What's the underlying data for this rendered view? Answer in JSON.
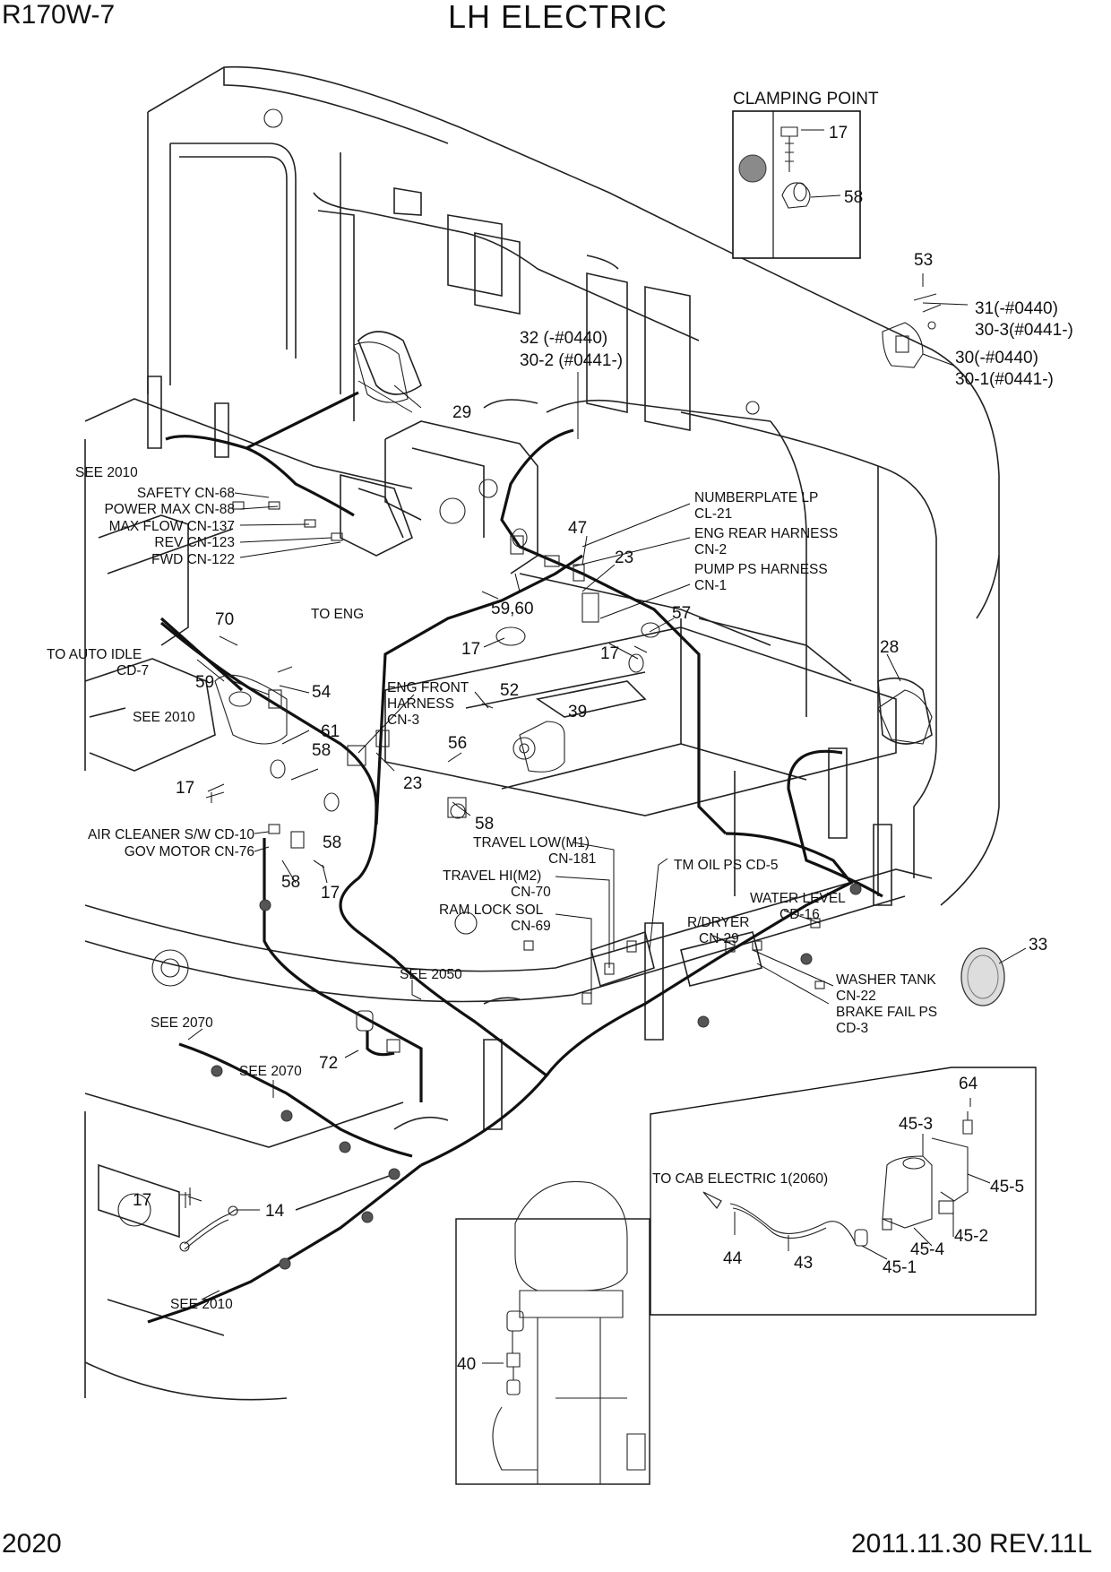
{
  "header": {
    "model": "R170W-7",
    "title": "LH ELECTRIC",
    "page_number": "2020",
    "revision": "2011.11.30  REV.11L"
  },
  "inset_clamping": {
    "title": "CLAMPING POINT",
    "parts": [
      "17",
      "58"
    ]
  },
  "callouts": [
    {
      "id": "c-53",
      "text": "53"
    },
    {
      "id": "c-31",
      "text": "31(-#0440)"
    },
    {
      "id": "c-30-3",
      "text": "30-3(#0441-)"
    },
    {
      "id": "c-30",
      "text": "30(-#0440)"
    },
    {
      "id": "c-30-1",
      "text": "30-1(#0441-)"
    },
    {
      "id": "c-32",
      "text": "32 (-#0440)"
    },
    {
      "id": "c-30-2",
      "text": "30-2 (#0441-)"
    },
    {
      "id": "c-29",
      "text": "29"
    },
    {
      "id": "c-see2010-a",
      "text": "SEE 2010"
    },
    {
      "id": "c-safety",
      "text": "SAFETY CN-68"
    },
    {
      "id": "c-powermax",
      "text": "POWER MAX CN-88"
    },
    {
      "id": "c-maxflow",
      "text": "MAX FLOW CN-137"
    },
    {
      "id": "c-rev",
      "text": "REV CN-123"
    },
    {
      "id": "c-fwd",
      "text": "FWD CN-122"
    },
    {
      "id": "c-numberplate-1",
      "text": "NUMBERPLATE LP"
    },
    {
      "id": "c-numberplate-2",
      "text": "CL-21"
    },
    {
      "id": "c-engrear-1",
      "text": "ENG REAR HARNESS"
    },
    {
      "id": "c-engrear-2",
      "text": "CN-2"
    },
    {
      "id": "c-pumpps-1",
      "text": "PUMP PS HARNESS"
    },
    {
      "id": "c-pumpps-2",
      "text": "CN-1"
    },
    {
      "id": "c-47",
      "text": "47"
    },
    {
      "id": "c-23-a",
      "text": "23"
    },
    {
      "id": "c-59-60",
      "text": "59,60"
    },
    {
      "id": "c-57",
      "text": "57"
    },
    {
      "id": "c-17-a",
      "text": "17"
    },
    {
      "id": "c-17-b",
      "text": "17"
    },
    {
      "id": "c-28",
      "text": "28"
    },
    {
      "id": "c-70",
      "text": "70"
    },
    {
      "id": "c-toeng",
      "text": "TO ENG"
    },
    {
      "id": "c-toautoidle",
      "text": "TO AUTO IDLE"
    },
    {
      "id": "c-cd7",
      "text": "CD-7"
    },
    {
      "id": "c-59",
      "text": "59"
    },
    {
      "id": "c-54",
      "text": "54"
    },
    {
      "id": "c-see2010-b",
      "text": "SEE 2010"
    },
    {
      "id": "c-61",
      "text": "61"
    },
    {
      "id": "c-58-a",
      "text": "58"
    },
    {
      "id": "c-engfront-1",
      "text": "ENG FRONT"
    },
    {
      "id": "c-engfront-2",
      "text": "HARNESS"
    },
    {
      "id": "c-engfront-3",
      "text": "CN-3"
    },
    {
      "id": "c-52",
      "text": "52"
    },
    {
      "id": "c-39",
      "text": "39"
    },
    {
      "id": "c-56",
      "text": "56"
    },
    {
      "id": "c-23-b",
      "text": "23"
    },
    {
      "id": "c-58-b",
      "text": "58"
    },
    {
      "id": "c-17-c",
      "text": "17"
    },
    {
      "id": "c-aircleaner",
      "text": "AIR CLEANER S/W CD-10"
    },
    {
      "id": "c-govmotor",
      "text": "GOV MOTOR CN-76"
    },
    {
      "id": "c-58-c",
      "text": "58"
    },
    {
      "id": "c-58-d",
      "text": "58"
    },
    {
      "id": "c-17-d",
      "text": "17"
    },
    {
      "id": "c-travellow-1",
      "text": "TRAVEL LOW(M1)"
    },
    {
      "id": "c-travellow-2",
      "text": "CN-181"
    },
    {
      "id": "c-travelhi-1",
      "text": "TRAVEL HI(M2)"
    },
    {
      "id": "c-travelhi-2",
      "text": "CN-70"
    },
    {
      "id": "c-ramlock-1",
      "text": "RAM LOCK SOL"
    },
    {
      "id": "c-ramlock-2",
      "text": "CN-69"
    },
    {
      "id": "c-tmoil",
      "text": "TM OIL PS CD-5"
    },
    {
      "id": "c-waterlevel-1",
      "text": "WATER LEVEL"
    },
    {
      "id": "c-waterlevel-2",
      "text": "CD-16"
    },
    {
      "id": "c-rdryer-1",
      "text": "R/DRYER"
    },
    {
      "id": "c-rdryer-2",
      "text": "CN-29"
    },
    {
      "id": "c-33",
      "text": "33"
    },
    {
      "id": "c-washer-1",
      "text": "WASHER TANK"
    },
    {
      "id": "c-washer-2",
      "text": "CN-22"
    },
    {
      "id": "c-brakefail-1",
      "text": "BRAKE FAIL PS"
    },
    {
      "id": "c-brakefail-2",
      "text": "CD-3"
    },
    {
      "id": "c-see2050",
      "text": "SEE 2050"
    },
    {
      "id": "c-see2070-a",
      "text": "SEE 2070"
    },
    {
      "id": "c-72",
      "text": "72"
    },
    {
      "id": "c-see2070-b",
      "text": "SEE 2070"
    },
    {
      "id": "c-17-e",
      "text": "17"
    },
    {
      "id": "c-14",
      "text": "14"
    },
    {
      "id": "c-see2010-c",
      "text": "SEE 2010"
    },
    {
      "id": "c-40",
      "text": "40"
    },
    {
      "id": "c-64",
      "text": "64"
    },
    {
      "id": "c-45-3",
      "text": "45-3"
    },
    {
      "id": "c-45-5",
      "text": "45-5"
    },
    {
      "id": "c-tocab",
      "text": "TO CAB ELECTRIC 1(2060)"
    },
    {
      "id": "c-45-2",
      "text": "45-2"
    },
    {
      "id": "c-45-4",
      "text": "45-4"
    },
    {
      "id": "c-44",
      "text": "44"
    },
    {
      "id": "c-43",
      "text": "43"
    },
    {
      "id": "c-45-1",
      "text": "45-1"
    }
  ]
}
